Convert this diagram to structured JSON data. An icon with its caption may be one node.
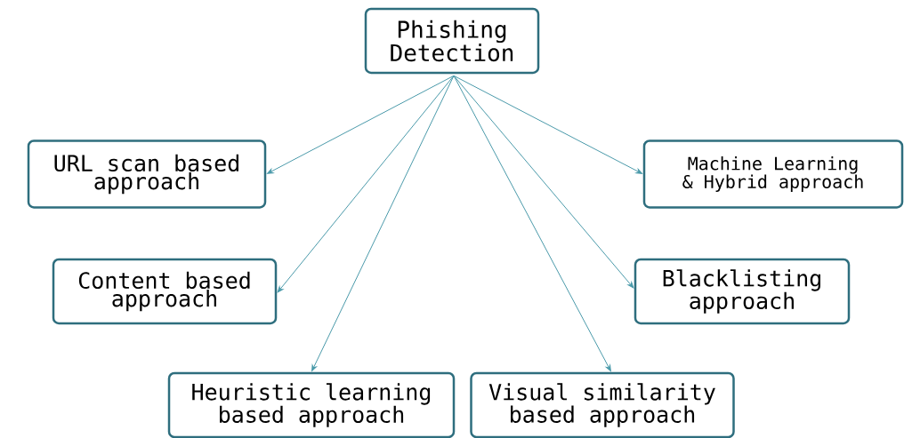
{
  "diagram": {
    "nodes": [
      {
        "text": [
          "Phishing Detection"
        ]
      },
      {
        "text": [
          "URL scan based approach"
        ]
      },
      {
        "text": [
          "Machine Learning & Hybrid approach"
        ]
      },
      {
        "text": [
          "Content based approach"
        ]
      },
      {
        "text": [
          "Blacklisting approach"
        ]
      },
      {
        "text": [
          "Heuristic learning based approach"
        ]
      },
      {
        "text": [
          "Visual similarity based approach"
        ]
      }
    ],
    "edges": [
      {
        "from": 0,
        "to": 1,
        "arrow": "to"
      },
      {
        "from": 0,
        "to": 2,
        "arrow": "to"
      },
      {
        "from": 0,
        "to": 3,
        "arrow": "to"
      },
      {
        "from": 0,
        "to": 4,
        "arrow": "to"
      },
      {
        "from": 0,
        "to": 5,
        "arrow": "to"
      },
      {
        "from": 0,
        "to": 6,
        "arrow": "to"
      }
    ]
  }
}
